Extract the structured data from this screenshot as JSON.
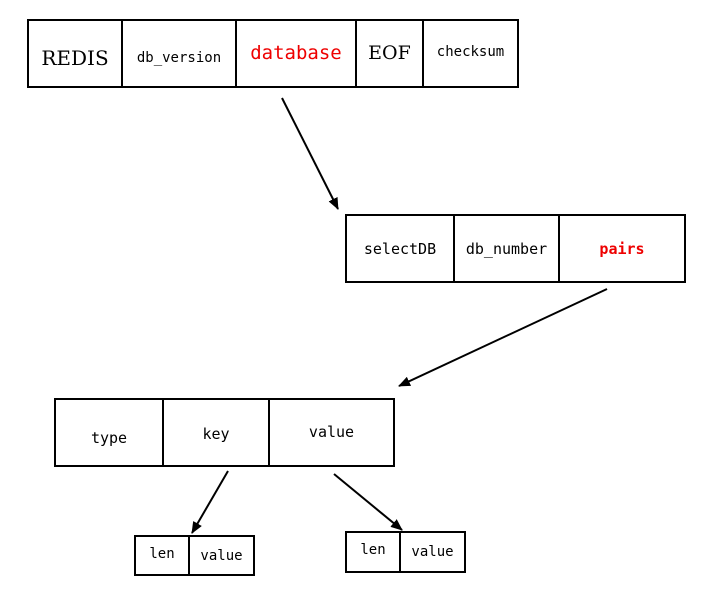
{
  "rdb_file": {
    "fields": [
      "REDIS",
      "db_version",
      "database",
      "EOF",
      "checksum"
    ]
  },
  "database": {
    "fields": [
      "selectDB",
      "db_number",
      "pairs"
    ]
  },
  "pair": {
    "fields": [
      "type",
      "key",
      "value"
    ]
  },
  "key_string": {
    "fields": [
      "len",
      "value"
    ]
  },
  "value_string": {
    "fields": [
      "len",
      "value"
    ]
  },
  "colors": {
    "highlight": "#ee0000",
    "line": "#000000",
    "background": "#ffffff"
  }
}
